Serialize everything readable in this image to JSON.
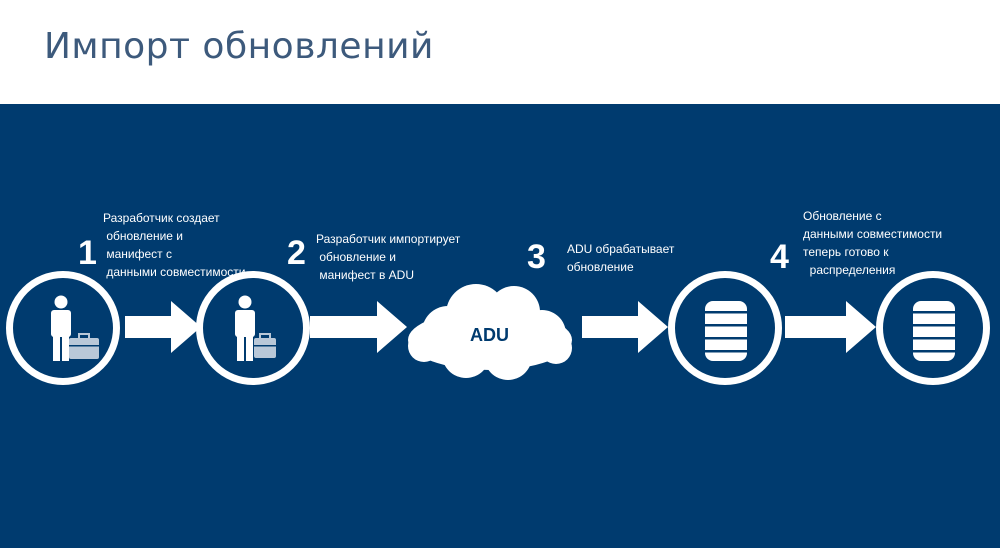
{
  "title": "Импорт обновлений",
  "steps": [
    {
      "number": "1",
      "text": "Разработчик создает\n обновление и\n манифест с\n данными совместимости"
    },
    {
      "number": "2",
      "text": "Разработчик импортирует\n обновление и\n манифест в ADU"
    },
    {
      "number": "3",
      "text": "ADU обрабатывает\nобновление"
    },
    {
      "number": "4",
      "text": "Обновление с\nданными совместимости\nтеперь готово к\n  распределения"
    }
  ],
  "cloud_label": "ADU",
  "icons": [
    "developer-icon",
    "developer-icon",
    "adu-cloud-icon",
    "database-icon",
    "database-icon"
  ],
  "colors": {
    "background": "#003b6f",
    "foreground": "#ffffff",
    "title": "#3d5a7c"
  }
}
